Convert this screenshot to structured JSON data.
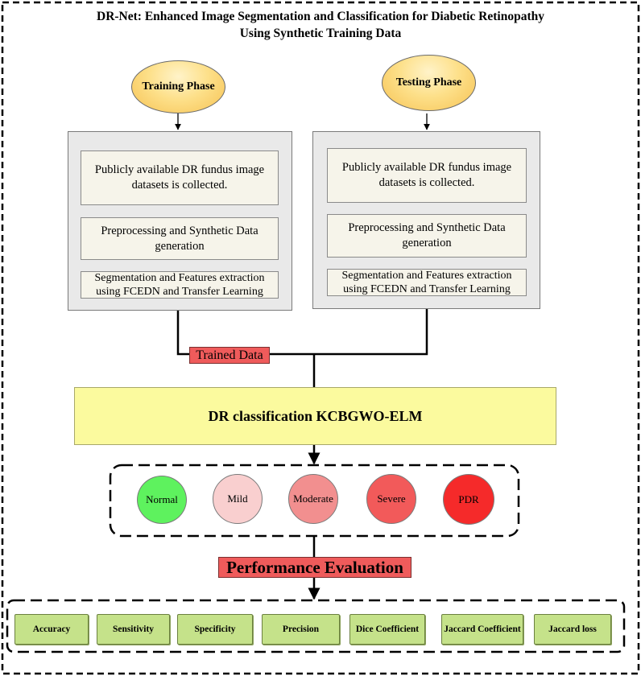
{
  "title_line1": "DR-Net: Enhanced Image Segmentation and Classification for Diabetic Retinopathy",
  "title_line2": "Using Synthetic Training Data",
  "training": {
    "phase_label": "Training Phase",
    "steps": [
      "Publicly available DR fundus image datasets is collected.",
      "Preprocessing and Synthetic Data generation",
      "Segmentation and Features extraction using FCEDN and Transfer Learning"
    ]
  },
  "testing": {
    "phase_label": "Testing Phase",
    "steps": [
      "Publicly available DR fundus image datasets is collected.",
      "Preprocessing and Synthetic Data generation",
      "Segmentation and Features extraction using FCEDN and Transfer Learning"
    ]
  },
  "trained_data_label": "Trained Data",
  "classification_label": "DR classification KCBGWO-ELM",
  "classes": [
    {
      "label": "Normal",
      "color": "#5ef25e"
    },
    {
      "label": "Mild",
      "color": "#f9cfcf"
    },
    {
      "label": "Moderate",
      "color": "#f28f8f"
    },
    {
      "label": "Severe",
      "color": "#f25a5a"
    },
    {
      "label": "PDR",
      "color": "#f52a2a"
    }
  ],
  "performance_label": "Performance Evaluation",
  "metrics": [
    "Accuracy",
    "Sensitivity",
    "Specificity",
    "Precision",
    "Dice Coefficient",
    "Jaccard Coefficient",
    "Jaccard loss"
  ],
  "colors": {
    "phase_ellipse": "#f8cc63",
    "panel": "#e9e9e9",
    "step_box": "#f6f4ea",
    "tag": "#ef5b5b",
    "classification_box": "#fbfa9e",
    "metric_box": "#c5e28a"
  }
}
